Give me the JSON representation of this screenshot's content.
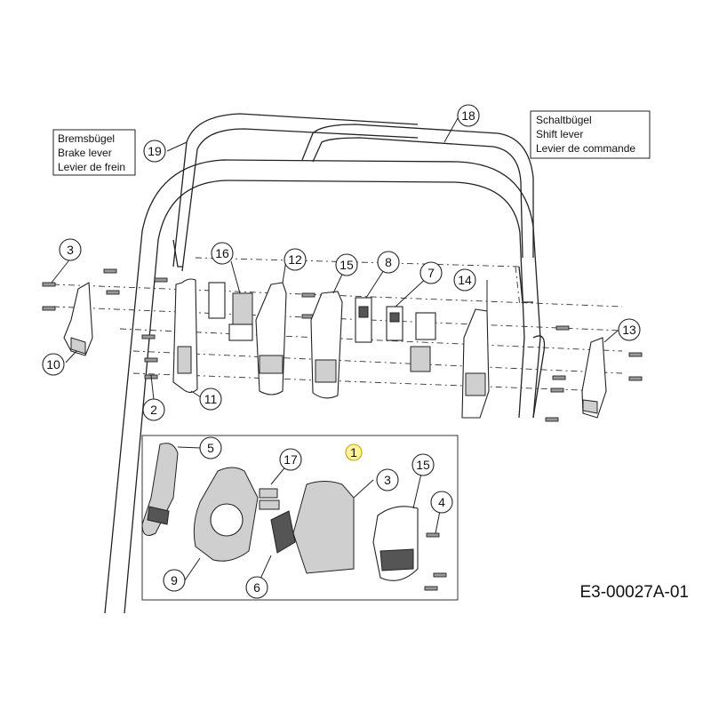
{
  "diagram": {
    "reference_code": "E3-00027A-01",
    "legend_brake": [
      "Bremsbügel",
      "Brake lever",
      "Levier de frein"
    ],
    "legend_shift": [
      "Schaltbügel",
      "Shift lever",
      "Levier de commande"
    ],
    "callouts": [
      {
        "id": "c18",
        "label": "18",
        "highlight": false
      },
      {
        "id": "c19",
        "label": "19",
        "highlight": false
      },
      {
        "id": "c3a",
        "label": "3",
        "highlight": false
      },
      {
        "id": "c16",
        "label": "16",
        "highlight": false
      },
      {
        "id": "c12",
        "label": "12",
        "highlight": false
      },
      {
        "id": "c15a",
        "label": "15",
        "highlight": false
      },
      {
        "id": "c8",
        "label": "8",
        "highlight": false
      },
      {
        "id": "c7",
        "label": "7",
        "highlight": false
      },
      {
        "id": "c14",
        "label": "14",
        "highlight": false
      },
      {
        "id": "c13",
        "label": "13",
        "highlight": false
      },
      {
        "id": "c10",
        "label": "10",
        "highlight": false
      },
      {
        "id": "c2",
        "label": "2",
        "highlight": false
      },
      {
        "id": "c11",
        "label": "11",
        "highlight": false
      },
      {
        "id": "c5",
        "label": "5",
        "highlight": false
      },
      {
        "id": "c17",
        "label": "17",
        "highlight": false
      },
      {
        "id": "c1",
        "label": "1",
        "highlight": true
      },
      {
        "id": "c3b",
        "label": "3",
        "highlight": false
      },
      {
        "id": "c15b",
        "label": "15",
        "highlight": false
      },
      {
        "id": "c4",
        "label": "4",
        "highlight": false
      },
      {
        "id": "c9",
        "label": "9",
        "highlight": false
      },
      {
        "id": "c6",
        "label": "6",
        "highlight": false
      }
    ]
  }
}
